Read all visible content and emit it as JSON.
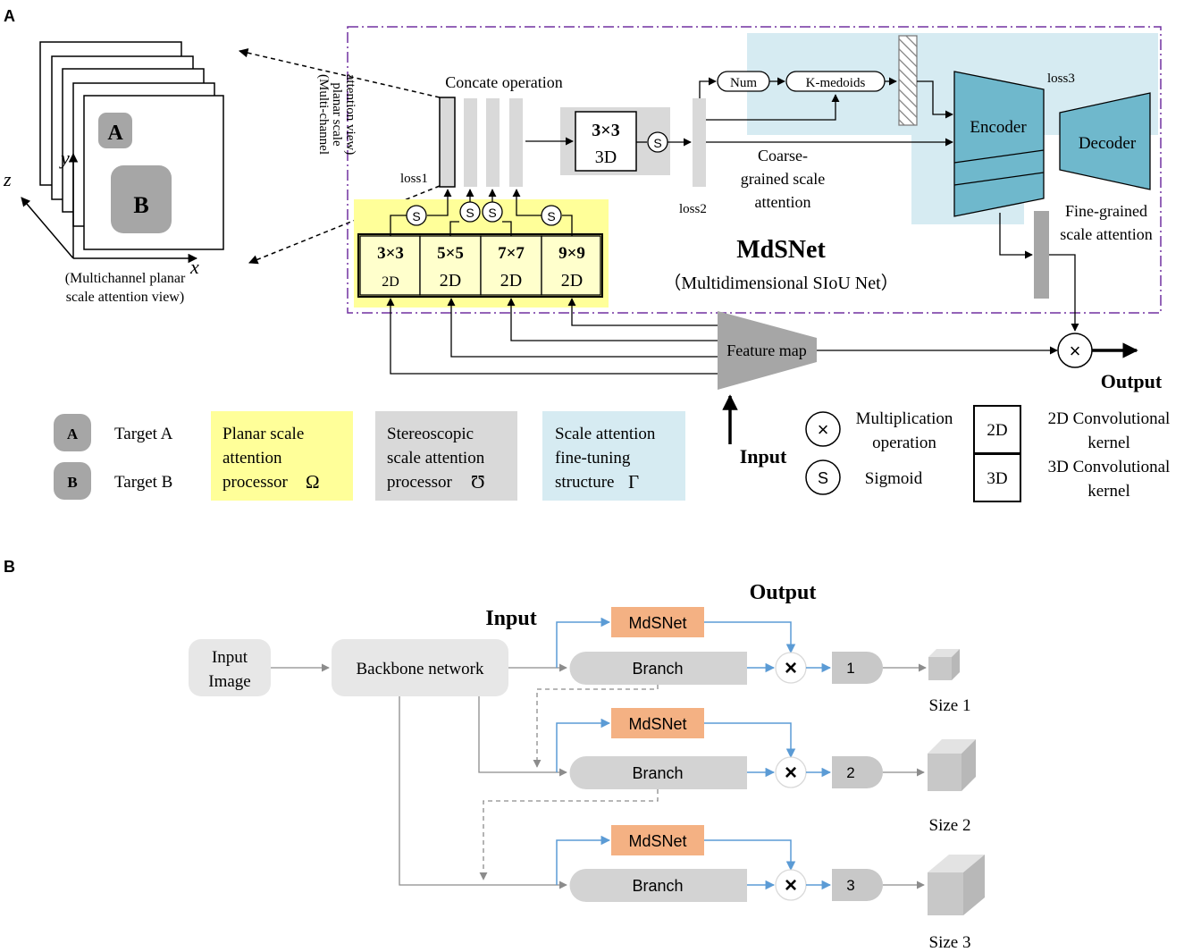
{
  "panel_a": {
    "label": "A",
    "view": {
      "caption_line1": "(Multichannel planar",
      "caption_line2": "scale attention view)",
      "axis_x": "x",
      "axis_y": "y",
      "axis_z": "z",
      "target_a": "A",
      "target_b": "B"
    },
    "vertical_caption_line1": "(Multi-channel",
    "vertical_caption_line2": "planar scale",
    "vertical_caption_line3": "attention view)",
    "concat_label": "Concate operation",
    "loss1": "loss1",
    "loss2": "loss2",
    "loss3": "loss3",
    "sigmoid_glyph": "S",
    "conv3d": {
      "size": "3×3",
      "dim": "3D"
    },
    "kernels_2d": [
      {
        "size": "3×3",
        "dim": "2D"
      },
      {
        "size": "5×5",
        "dim": "2D"
      },
      {
        "size": "7×7",
        "dim": "2D"
      },
      {
        "size": "9×9",
        "dim": "2D"
      }
    ],
    "num": "Num",
    "kmedoids": "K-medoids",
    "encoder": "Encoder",
    "decoder": "Decoder",
    "coarse_line1": "Coarse-",
    "coarse_line2": "grained scale",
    "coarse_line3": "attention",
    "fine_line1": "Fine-grained",
    "fine_line2": "scale attention",
    "title": "MdSNet",
    "subtitle": "（Multidimensional SIoU Net）",
    "feature_map": "Feature map",
    "input": "Input",
    "output": "Output",
    "multiply_glyph": "×"
  },
  "legend": {
    "target_a_glyph": "A",
    "target_a_label": "Target A",
    "target_b_glyph": "B",
    "target_b_label": "Target B",
    "planar_line1": "Planar scale",
    "planar_line2": "attention",
    "planar_line3": "processor",
    "planar_symbol": "Ω",
    "stereo_line1": "Stereoscopic",
    "stereo_line2": "scale attention",
    "stereo_line3": "processor",
    "stereo_symbol": "Ʊ",
    "finetune_line1": "Scale attention",
    "finetune_line2": "fine-tuning",
    "finetune_line3": "structure",
    "finetune_symbol": "Γ",
    "mult_glyph": "×",
    "mult_line1": "Multiplication",
    "mult_line2": "operation",
    "sig_glyph": "S",
    "sig_label": "Sigmoid",
    "k2d_box": "2D",
    "k2d_line1": "2D Convolutional",
    "k2d_line2": "kernel",
    "k3d_box": "3D",
    "k3d_line1": "3D Convolutional",
    "k3d_line2": "kernel"
  },
  "panel_b": {
    "label": "B",
    "input_label": "Input",
    "output_label": "Output",
    "input_image_line1": "Input",
    "input_image_line2": "Image",
    "backbone": "Backbone network",
    "rows": [
      {
        "mdsnet": "MdSNet",
        "branch": "Branch",
        "index": "1",
        "size": "Size 1"
      },
      {
        "mdsnet": "MdSNet",
        "branch": "Branch",
        "index": "2",
        "size": "Size 2"
      },
      {
        "mdsnet": "MdSNet",
        "branch": "Branch",
        "index": "3",
        "size": "Size 3"
      }
    ],
    "multiply_glyph": "×"
  },
  "colors": {
    "planar_yellow": "#ffff99",
    "stereo_gray": "#d9d9d9",
    "finetune_blue": "#d6ebf2",
    "encoder_teal": "#6fb8cc",
    "mdsnet_orange": "#f4b183",
    "branch_gray": "#d3d3d3",
    "dash_purple": "#7030a0",
    "arrow_blue": "#5b9bd5"
  }
}
